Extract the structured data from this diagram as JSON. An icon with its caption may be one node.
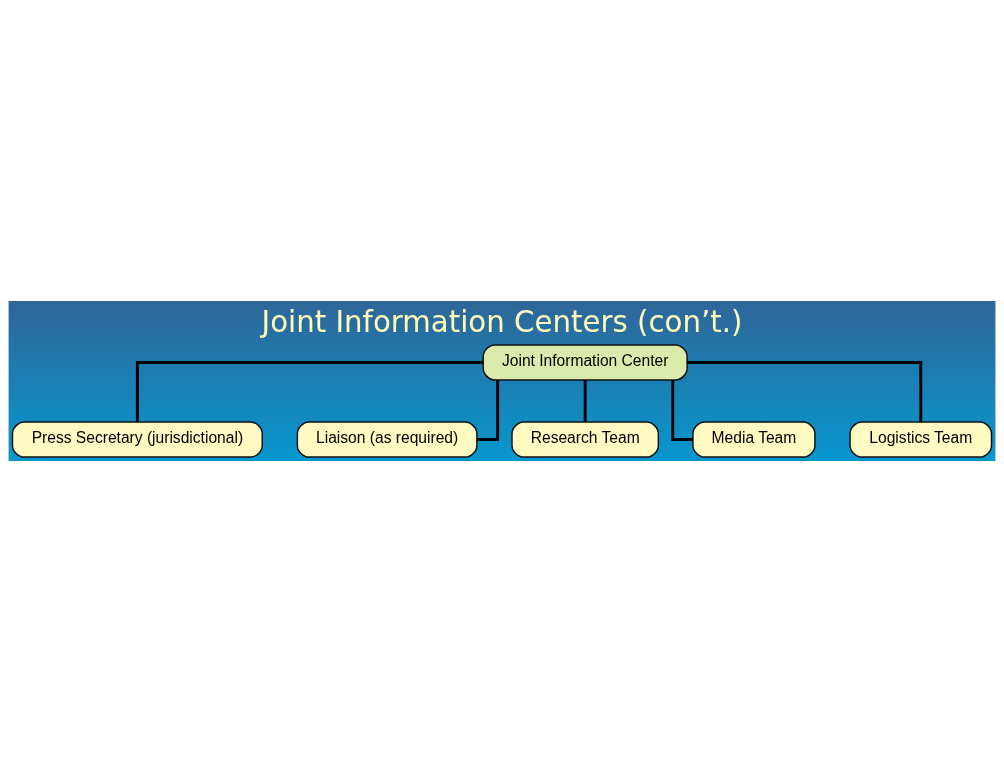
{
  "diagram": {
    "title": "Joint Information Centers (con’t.)",
    "nodes": [
      {
        "text": [
          "Joint Information Center"
        ]
      },
      {
        "text": [
          "Press Secretary (jurisdictional)"
        ]
      },
      {
        "text": [
          "Liaison (as required)"
        ]
      },
      {
        "text": [
          "Research Team"
        ]
      },
      {
        "text": [
          "Media Team"
        ]
      },
      {
        "text": [
          "Logistics Team"
        ]
      }
    ],
    "edges": [
      {
        "from": 0,
        "to": 1,
        "arrow": "none"
      },
      {
        "from": 0,
        "to": 2,
        "arrow": "none"
      },
      {
        "from": 0,
        "to": 3,
        "arrow": "none"
      },
      {
        "from": 0,
        "to": 4,
        "arrow": "none"
      },
      {
        "from": 0,
        "to": 5,
        "arrow": "none"
      }
    ]
  }
}
